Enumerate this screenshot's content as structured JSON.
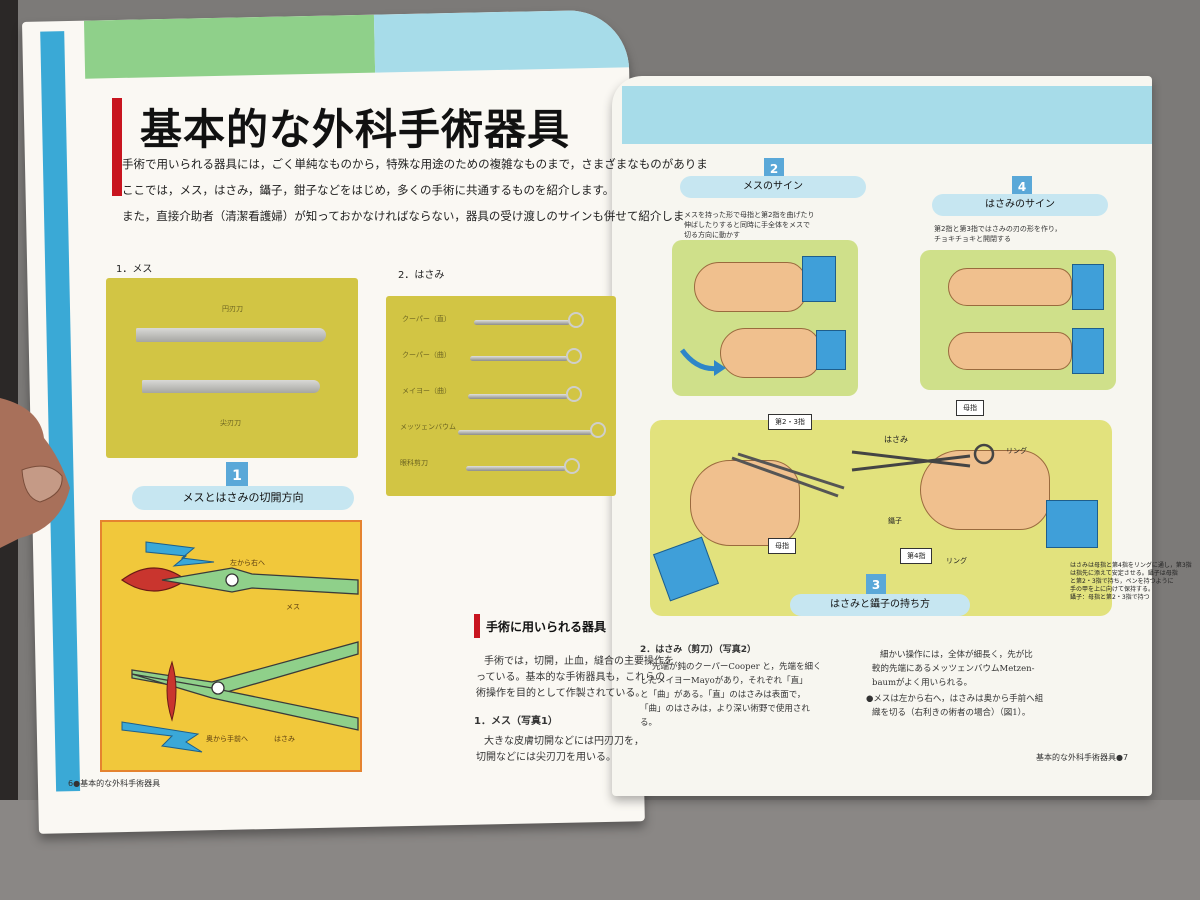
{
  "left_page": {
    "title": "基本的な外科手術器具",
    "intro_lines": [
      "手術で用いられる器具には，ごく単純なものから，特殊な用途のための複雑なものまで，さまざまなものがありま",
      "ここでは，メス，はさみ，鑷子，鉗子などをはじめ，多くの手術に共通するものを紹介します。",
      "また，直接介助者（清潔看護婦）が知っておかなければならない，器具の受け渡しのサインも併せて紹介しま"
    ],
    "photo1": {
      "caption": "1．メス",
      "label_top": "円刃刀",
      "label_bottom": "尖刃刀"
    },
    "photo2": {
      "caption": "2．はさみ",
      "items": [
        "クーパー（直）",
        "クーパー（曲）",
        "メイヨー（曲）",
        "メッツェンバウム",
        "眼科剪刀"
      ]
    },
    "diagram1": {
      "number": "1",
      "title": "メスとはさみの切開方向",
      "label_scalpel_dir": "左から右へ",
      "label_scalpel": "メス",
      "label_scissors_dir": "奥から手前へ",
      "label_scissors": "はさみ"
    },
    "section": {
      "title": "手術に用いられる器具",
      "paragraph_lines": [
        "手術では，切開，止血，縫合の主要操作を",
        "っている。基本的な手術器具も，これらの",
        "術操作を目的として作製されている。"
      ],
      "sub_heading": "1．メス（写真1）",
      "sub_lines": [
        "大きな皮膚切開などには円刃刀を，",
        "切開などには尖刃刀を用いる。"
      ]
    },
    "footer": "6●基本的な外科手術器具"
  },
  "right_page": {
    "panel2": {
      "number": "2",
      "title": "メスのサイン",
      "note_lines": [
        "メスを持った形で母指と第2指を曲げたり",
        "伸ばしたりすると同時に手全体をメスで",
        "切る方向に動かす"
      ]
    },
    "panel4": {
      "number": "4",
      "title": "はさみのサイン",
      "note_lines": [
        "第2指と第3指ではさみの刃の形を作り，",
        "チョキチョキと開閉する"
      ]
    },
    "panel3": {
      "number": "3",
      "title": "はさみと鑷子の持ち方",
      "callouts": [
        "第2・3指",
        "母指",
        "はさみ",
        "鑷子",
        "母指",
        "第4指",
        "リング",
        "リング"
      ],
      "side_note_lines": [
        "はさみは母指と第4指をリングに通し，第3指",
        "は指先に添えて安定させる。鑷子は母指",
        "と第2・3指で持ち，ペンを持つように",
        "手の甲を上に向けて保持する。",
        "鑷子：母指と第2・3指で持つ"
      ]
    },
    "text_left": {
      "heading": "2．はさみ（剪刀）（写真2）",
      "lines": [
        "先端が鈍のクーパーCooper と，先端を細く",
        "したメイヨーMayoがあり，それぞれ「直」",
        "と「曲」がある。「直」のはさみは表面で，",
        "「曲」のはさみは，より深い術野で使用され",
        "る。"
      ]
    },
    "text_right": {
      "lines": [
        "細かい操作には，全体が細長く，先が比",
        "較的先端にあるメッツェンバウムMetzen-",
        "baumがよく用いられる。",
        "●メスは左から右へ，はさみは奥から手前へ組",
        "織を切る（右利きの術者の場合）（図1）。"
      ]
    },
    "footer": "基本的な外科手術器具●7"
  },
  "colors": {
    "accent_red": "#c8151f",
    "header_green": "#8fd08a",
    "header_blue": "#a7dce9",
    "badge_blue": "#5aa8d8",
    "photo_yellow": "#d2c544",
    "diagram_yellow": "#f1c83b"
  }
}
